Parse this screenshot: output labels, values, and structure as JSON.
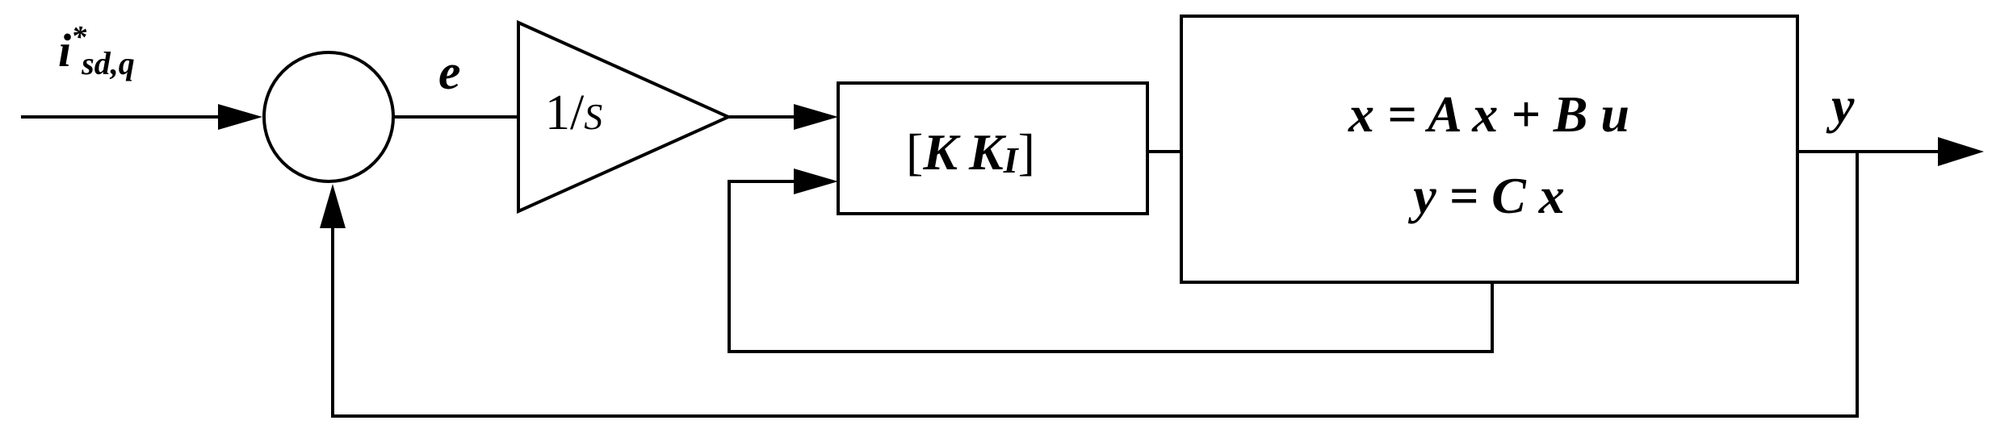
{
  "diagram": {
    "input": {
      "symbol": "i",
      "superscript": "*",
      "subscript": "sd,q"
    },
    "error_signal": "e",
    "integrator": {
      "numerator": "1/",
      "variable": "S"
    },
    "gain_block": {
      "bracket_open": "[",
      "k": "K",
      "ki_main": "K",
      "ki_sub": "I",
      "bracket_close": "]"
    },
    "plant": {
      "state_equation": "x = A x + B u",
      "output_equation": "y = C x"
    },
    "output_signal": "y"
  }
}
